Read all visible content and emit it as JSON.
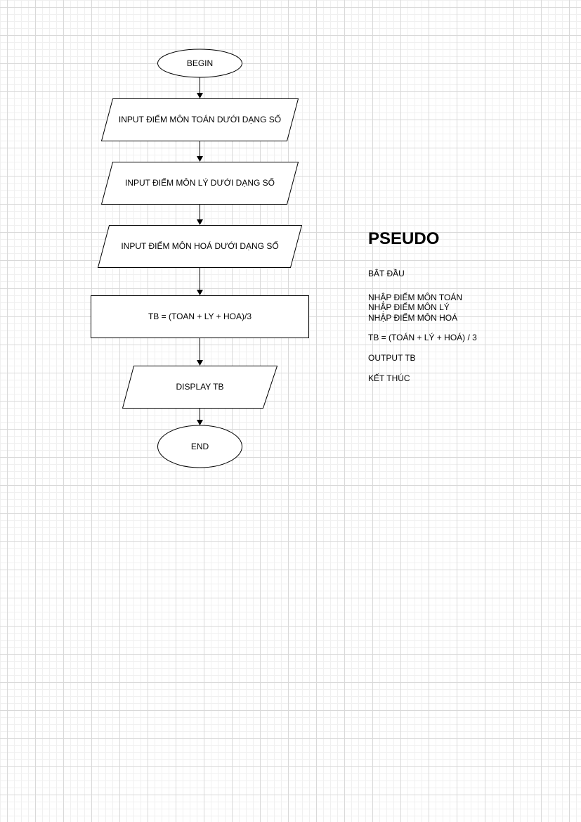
{
  "flowchart": {
    "begin": "BEGIN",
    "input_toan": "INPUT ĐIỂM MÔN TOÁN DƯỚI DẠNG SỐ",
    "input_ly": "INPUT ĐIỂM MÔN LÝ DƯỚI DẠNG SỐ",
    "input_hoa": "INPUT ĐIỂM MÔN HOÁ DƯỚI DẠNG SỐ",
    "compute": "TB = (TOAN + LY + HOA)/3",
    "display": "DISPLAY TB",
    "end": "END"
  },
  "pseudo": {
    "title": "PSEUDO",
    "begin": "BẮT ĐẦU",
    "input_lines": [
      "NHẬP ĐIỂM MÔN TOÁN",
      "NHẬP ĐIỂM MÔN LÝ",
      "NHẬP ĐIỂM MÔN HOÁ"
    ],
    "formula": "TB = (TOÁN + LÝ + HOÁ) / 3",
    "output": "OUTPUT TB",
    "end": "KẾT THÚC"
  }
}
